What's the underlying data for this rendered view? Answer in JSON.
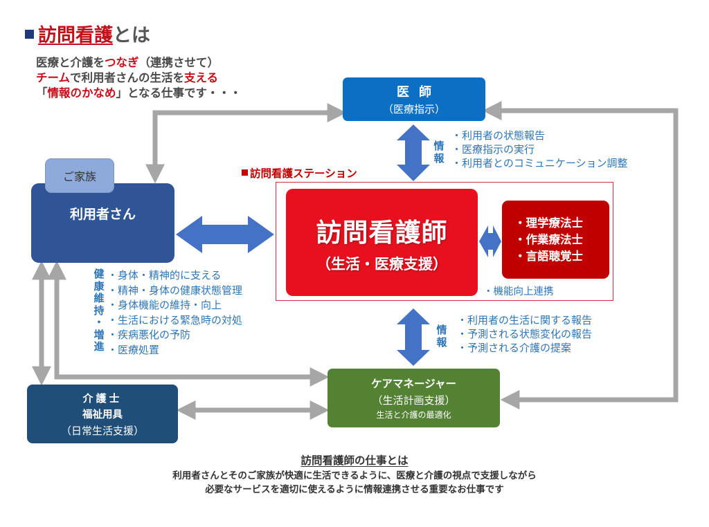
{
  "intro": {
    "title_red": "訪問看護",
    "title_rest": "とは",
    "line1": [
      {
        "text": "医療と介護を",
        "emph": false
      },
      {
        "text": "つなぎ",
        "emph": true
      },
      {
        "text": "（連携させて）",
        "emph": false
      }
    ],
    "line2": [
      {
        "text": "チーム",
        "emph": true
      },
      {
        "text": "で利用者さんの生活を",
        "emph": false
      },
      {
        "text": "支える",
        "emph": true
      }
    ],
    "line3": [
      {
        "text": "「",
        "emph": false
      },
      {
        "text": "情報のかなめ",
        "emph": true
      },
      {
        "text": "」となる仕事です・・・",
        "emph": false
      }
    ]
  },
  "doctor": {
    "title": "医師",
    "subtitle": "（医療指示）"
  },
  "doctor_info": {
    "label": [
      "情",
      "報"
    ],
    "items": [
      "・利用者の状態報告",
      "・医療指示の実行",
      "・利用者とのコミュニケーション調整"
    ]
  },
  "family": {
    "label": "ご家族"
  },
  "user": {
    "label": "利用者さん"
  },
  "station": {
    "label": "訪問看護ステーション",
    "nurse_title": "訪問看護師",
    "nurse_subtitle": "（生活・医療支援）",
    "therapists": [
      "・理学療法士",
      "・作業療法士",
      "・言語聴覚士"
    ],
    "link_label": "・機能向上連携"
  },
  "health": {
    "label": [
      "健",
      "康",
      "維",
      "持",
      "・",
      "増",
      "進"
    ],
    "items": [
      "・身体・精神的に支える",
      "・精神・身体の健康状態管理",
      "・身体機能の維持・向上",
      "・生活における緊急時の対処",
      "・疾病悪化の予防",
      "・医療処置"
    ]
  },
  "caremgr_info": {
    "label": [
      "情",
      "報"
    ],
    "items": [
      "・利用者の生活に関する報告",
      "・予測される状態変化の報告",
      "・予測される介護の提案"
    ]
  },
  "care_manager": {
    "title": "ケアマネージャー",
    "subtitle": "（生活計画支援）",
    "note": "生活と介護の最適化"
  },
  "care_worker": {
    "title": "介護士",
    "line2": "福祉用具",
    "subtitle": "（日常生活支援）"
  },
  "summary": {
    "title": "訪問看護師の仕事とは",
    "lines": [
      "利用者さんとそのご家族が快適に生活できるように、医療と介護の視点で支援しながら",
      "必要なサービスを適切に使えるように情報連携させる重要なお仕事です"
    ]
  },
  "colors": {
    "accent_red": "#c00000",
    "nurse_red": "#e8101e",
    "doctor_blue": "#0b6fc4",
    "user_blue": "#2f5597",
    "family_blue": "#8eaadb",
    "care_manager_green": "#548235",
    "care_worker_navy": "#1f4e79",
    "info_text_blue": "#2e75b6",
    "arrow_blue": "#4472c4",
    "connector_gray": "#a6a6a6"
  }
}
